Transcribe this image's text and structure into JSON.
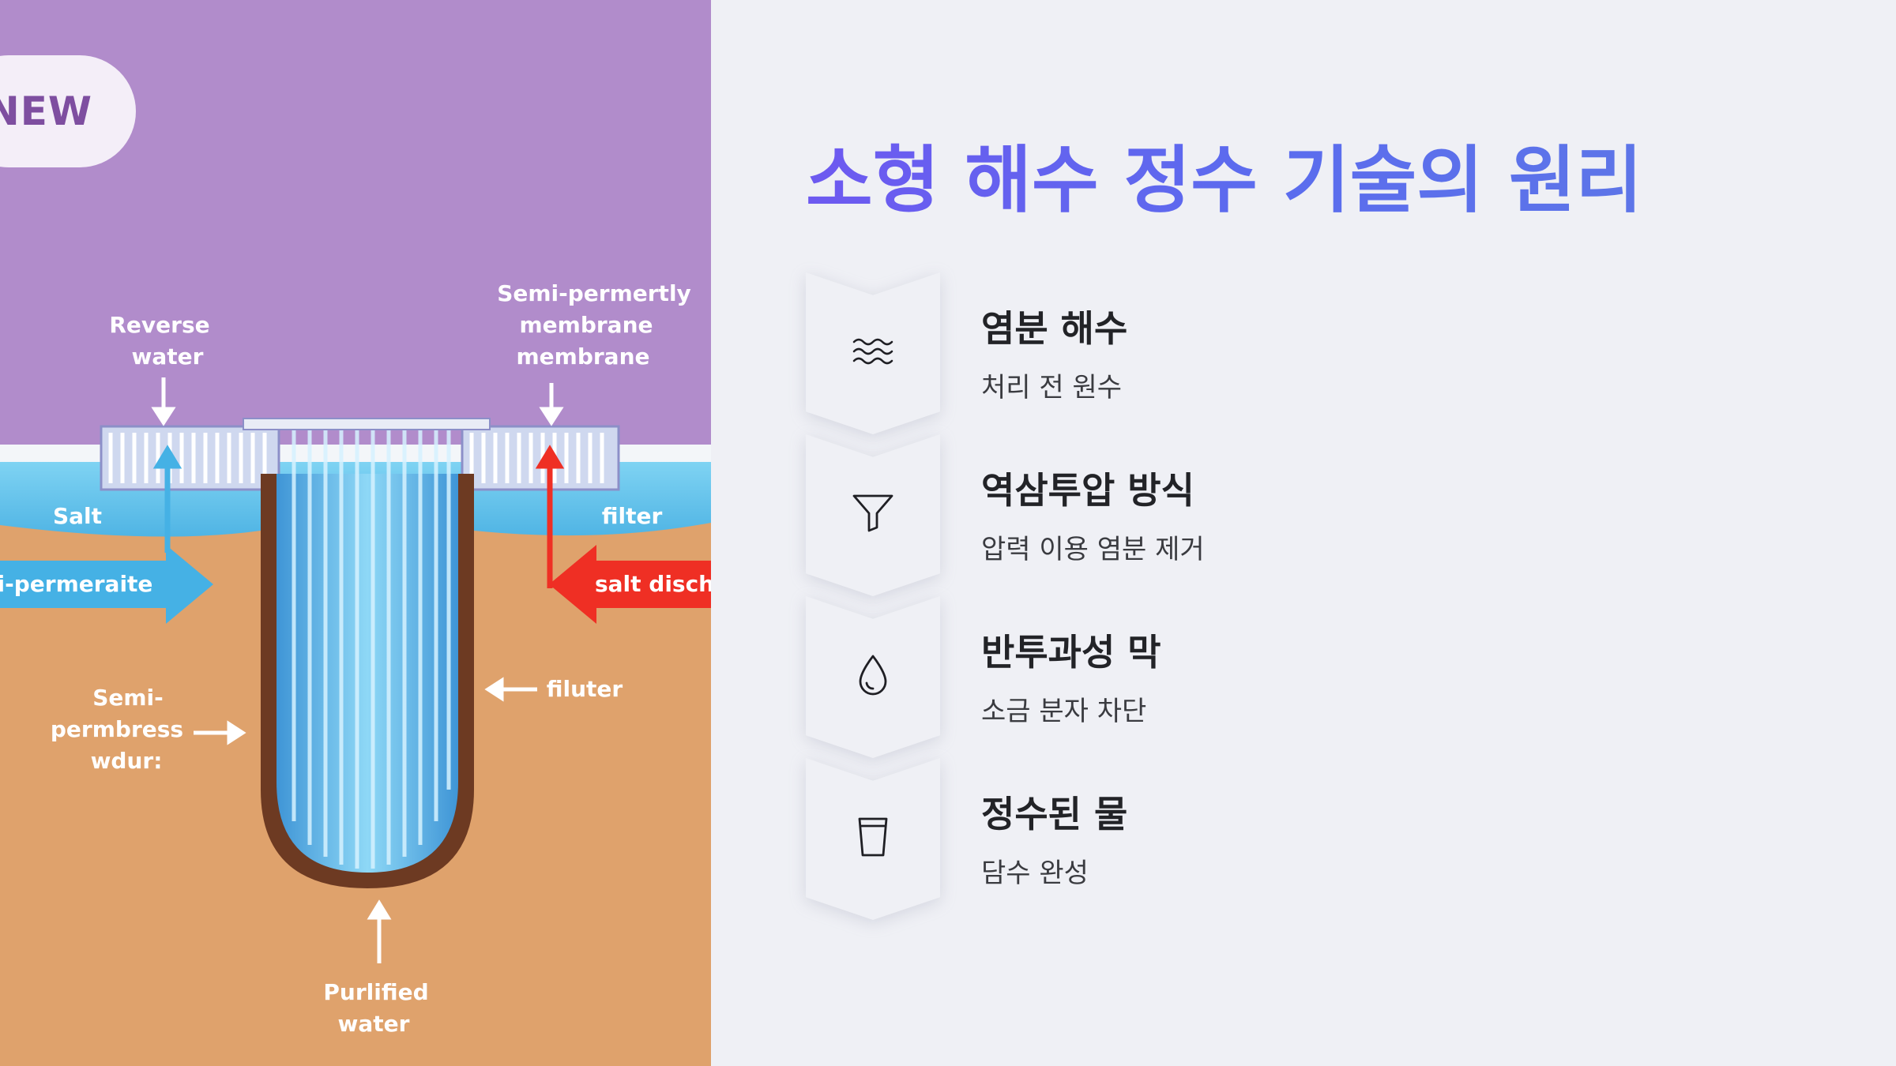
{
  "badge": {
    "label": "NEW"
  },
  "diagram": {
    "labels": {
      "reverse_water_line1": "Reverse",
      "reverse_water_line2": "water",
      "membrane_line1": "Semi-permertly",
      "membrane_line2": "membrane",
      "membrane_line3": "membrane",
      "salt": "Salt",
      "filter_right": "filter",
      "semi_permeraite": "ni-permeraite",
      "salt_discharge": "salt discha",
      "filuter": "filuter",
      "semi_permbress_line1": "Semi-",
      "semi_permbress_line2": "permbress",
      "semi_permbress_line3": "wdur:",
      "purified_line1": "Purlified",
      "purified_line2": "water"
    }
  },
  "main": {
    "title": "소형 해수 정수 기술의 원리",
    "steps": [
      {
        "icon": "waves-icon",
        "title": "염분 해수",
        "desc": "처리 전 원수"
      },
      {
        "icon": "funnel-icon",
        "title": "역삼투압 방식",
        "desc": "압력 이용 염분 제거"
      },
      {
        "icon": "droplet-icon",
        "title": "반투과성 막",
        "desc": "소금 분자 차단"
      },
      {
        "icon": "cup-icon",
        "title": "정수된 물",
        "desc": "담수 완성"
      }
    ]
  },
  "colors": {
    "sky": "#b18ccb",
    "water": "#62c2ea",
    "sand": "#dfa26c",
    "title_gradient_start": "#6d59f0",
    "title_gradient_end": "#5d75e8",
    "discharge_arrow": "#ef2f24",
    "inflow_arrow": "#45b1e5"
  }
}
